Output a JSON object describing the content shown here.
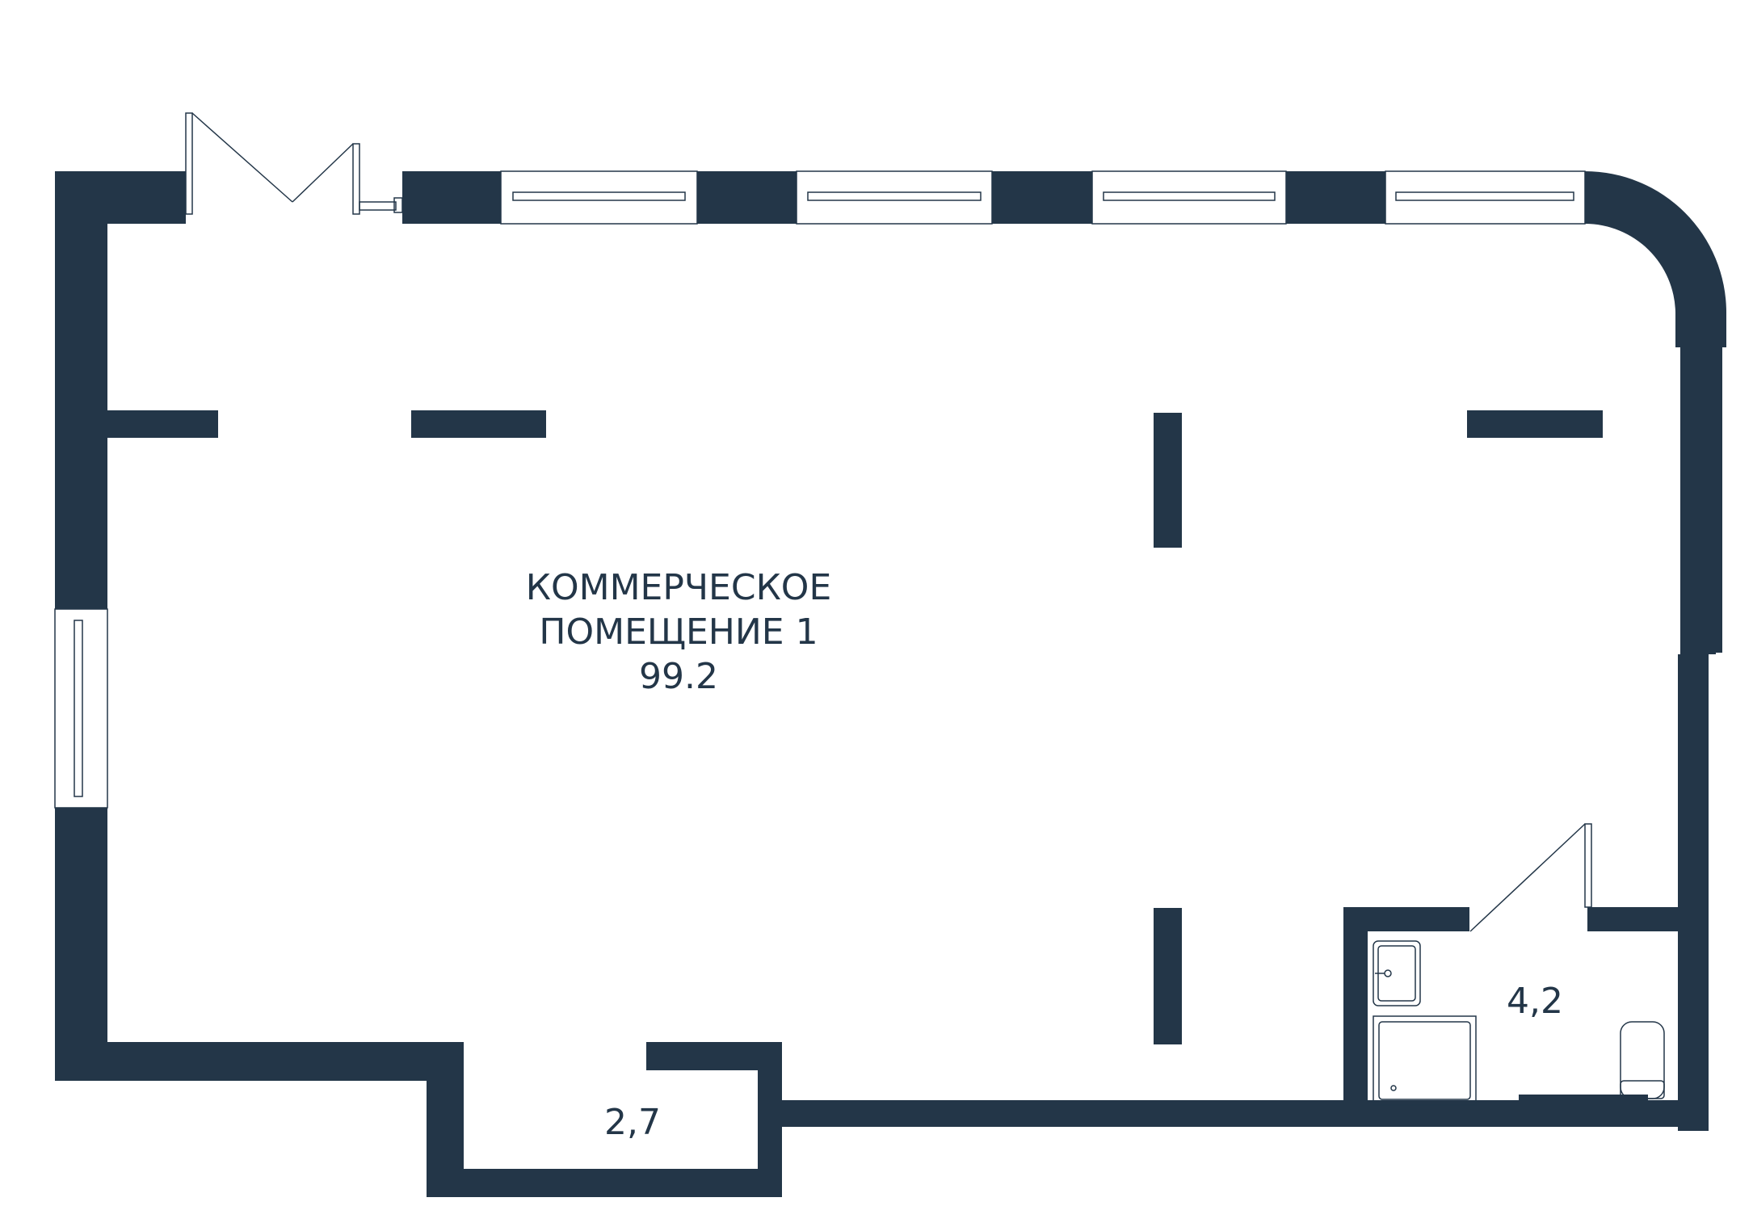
{
  "colors": {
    "wall": "#233648",
    "line": "#233648",
    "background": "#ffffff"
  },
  "rooms": {
    "main": {
      "name_line1": "КОММЕРЧЕСКОЕ",
      "name_line2": "ПОМЕЩЕНИЕ 1",
      "area": "99.2"
    },
    "storage": {
      "area": "2,7"
    },
    "bathroom": {
      "area": "4,2"
    }
  }
}
